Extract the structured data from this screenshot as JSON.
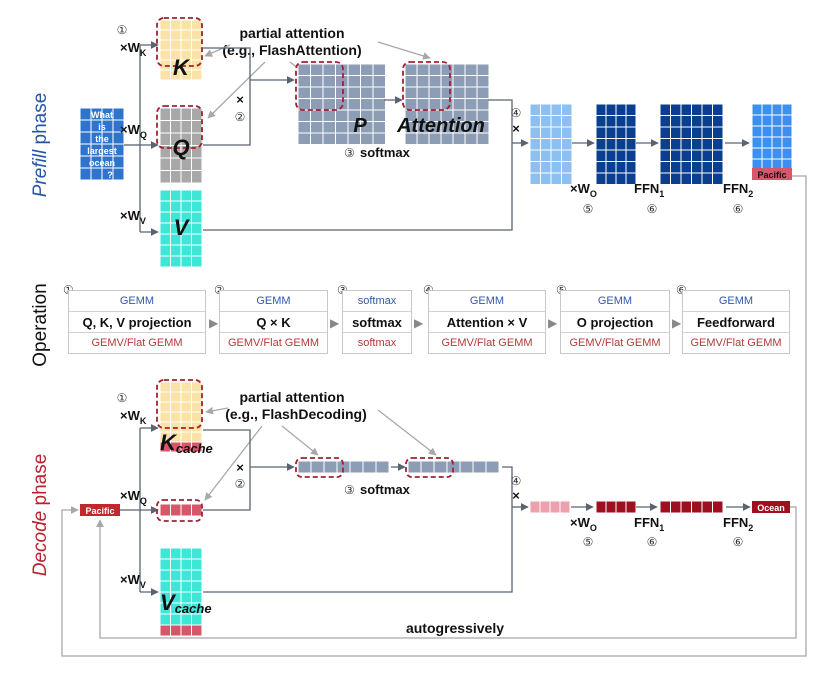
{
  "prefill": {
    "phase_italic": "Prefill",
    "phase_word": " phase",
    "query_words": [
      "What",
      "is",
      "the",
      "largest",
      "ocean",
      "?"
    ],
    "wk": "×W",
    "wk_sub": "K",
    "wq": "×W",
    "wq_sub": "Q",
    "wv": "×W",
    "wv_sub": "V",
    "k": "K",
    "q": "Q",
    "v": "V",
    "partial_line1": "partial attention",
    "partial_line2": "(e.g., FlashAttention)",
    "times": "×",
    "p": "P",
    "attention": "Attention",
    "softmax": "softmax",
    "wo": "×W",
    "wo_sub": "O",
    "ffn1": "FFN",
    "ffn1_sub": "1",
    "ffn2": "FFN",
    "ffn2_sub": "2",
    "output": "Pacific"
  },
  "steps": [
    "①",
    "②",
    "③",
    "④",
    "⑤",
    "⑥"
  ],
  "operation_label": "Operation",
  "operations": [
    {
      "top": "GEMM",
      "name": "Q, K, V projection",
      "bottom": "GEMV/Flat GEMM"
    },
    {
      "top": "GEMM",
      "name": "Q × K",
      "bottom": "GEMV/Flat GEMM"
    },
    {
      "top": "softmax",
      "name": "softmax",
      "bottom": "softmax"
    },
    {
      "top": "GEMM",
      "name": "Attention × V",
      "bottom": "GEMV/Flat GEMM"
    },
    {
      "top": "GEMM",
      "name": "O projection",
      "bottom": "GEMV/Flat GEMM"
    },
    {
      "top": "GEMM",
      "name": "Feedforward",
      "bottom": "GEMV/Flat GEMM"
    }
  ],
  "decode": {
    "phase_italic": "Decode",
    "phase_word": " phase",
    "input": "Pacific",
    "wk": "×W",
    "wk_sub": "K",
    "wq": "×W",
    "wq_sub": "Q",
    "wv": "×W",
    "wv_sub": "V",
    "kcache": "K",
    "kcache_sub": "cache",
    "vcache": "V",
    "vcache_sub": "cache",
    "partial_line1": "partial attention",
    "partial_line2": "(e.g., FlashDecoding)",
    "times": "×",
    "softmax": "softmax",
    "wo": "×W",
    "wo_sub": "O",
    "ffn1": "FFN",
    "ffn1_sub": "1",
    "ffn2": "FFN",
    "ffn2_sub": "2",
    "output": "Ocean",
    "loop_label": "autogressively"
  },
  "colors": {
    "k_fill": "#fbe3a8",
    "q_fill": "#a8a8a8",
    "v_fill": "#3ee6d8",
    "p_fill": "#8c9db5",
    "input_blue": "#2f74cc",
    "light_blue": "#8cc0f0",
    "dark_blue": "#0a3f8f",
    "pink_light": "#eea0ad",
    "pink_mid": "#d8566a",
    "dark_red": "#9c1020",
    "accent_red": "#c0282e",
    "highlight_dash": "#a32030",
    "prefill_text": "#2656a8",
    "decode_text": "#b8232f",
    "arrow_gray": "#5a6470"
  }
}
